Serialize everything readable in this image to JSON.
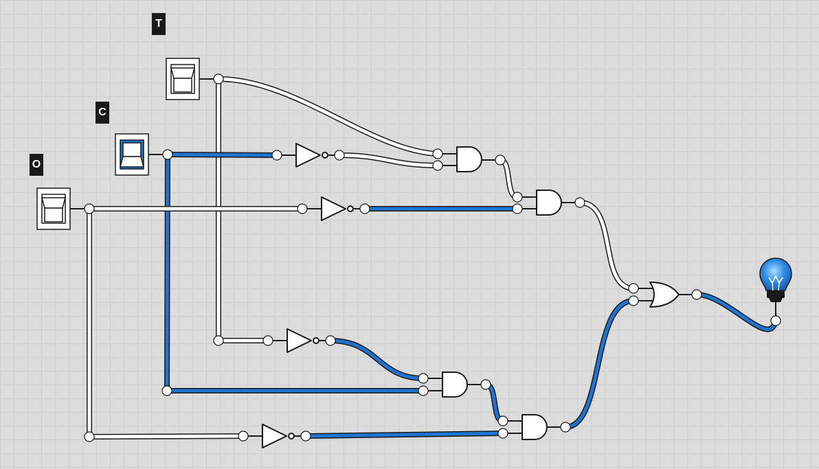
{
  "switch_labels": [
    "T",
    "C",
    "O"
  ],
  "colors": {
    "background": "#dcdcdc",
    "wire_off": "#ffffff",
    "wire_on": "#1e74d0",
    "label_bg": "#1a1a1a",
    "bulb_on": "#1e74d0"
  },
  "switches": {
    "T": {
      "state": "off"
    },
    "C": {
      "state": "on"
    },
    "O": {
      "state": "off"
    }
  },
  "output": {
    "type": "light-bulb-icon",
    "state": "on"
  }
}
